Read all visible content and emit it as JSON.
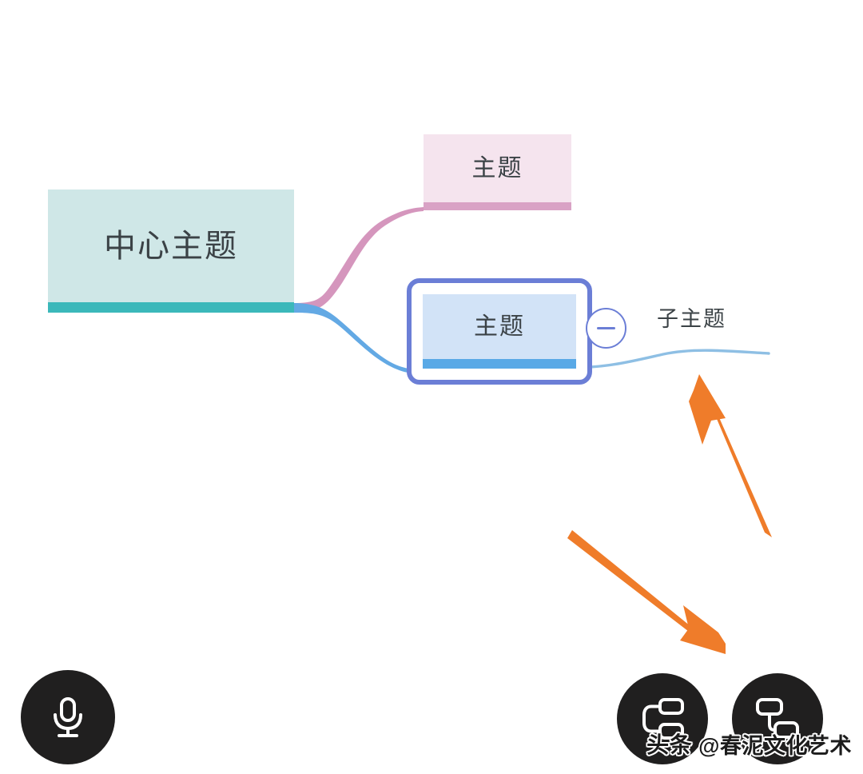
{
  "app": {
    "type": "mindmap-editor",
    "background": "#ffffff"
  },
  "mindmap": {
    "center": {
      "label": "中心主题",
      "fill": "#cfe7e7",
      "accent": "#3bb8ba"
    },
    "branches": [
      {
        "label": "主题",
        "fill": "#f5e4ee",
        "accent": "#d9a2c5",
        "connector_color": "#d596bd",
        "selected": false
      },
      {
        "label": "主题",
        "fill": "#d2e3f7",
        "accent": "#59a9e6",
        "connector_color": "#63a9e4",
        "selected": true,
        "selection_color": "#6b7ed6",
        "children": [
          {
            "label": "子主题",
            "connector_color": "#8ebfe4"
          }
        ]
      }
    ]
  },
  "collapse_toggle": {
    "icon": "minus-circle-icon",
    "state": "expanded",
    "color": "#6b7ed6"
  },
  "annotations": {
    "color": "#ef7c2a",
    "arrows": [
      {
        "name": "arrow-to-subtopic-branch",
        "direction": "up-left"
      },
      {
        "name": "arrow-to-layout-buttons",
        "direction": "down-right"
      }
    ]
  },
  "buttons": [
    {
      "name": "voice-input-button",
      "icon": "microphone-icon",
      "background": "#201f1f",
      "foreground": "#ffffff"
    },
    {
      "name": "layout-right-button",
      "icon": "layout-map-right-icon",
      "background": "#201f1f",
      "foreground": "#ffffff"
    },
    {
      "name": "layout-left-button",
      "icon": "layout-map-left-icon",
      "background": "#201f1f",
      "foreground": "#ffffff"
    }
  ],
  "watermark": {
    "brand": "头条",
    "handle": "@春泥文化艺术"
  }
}
